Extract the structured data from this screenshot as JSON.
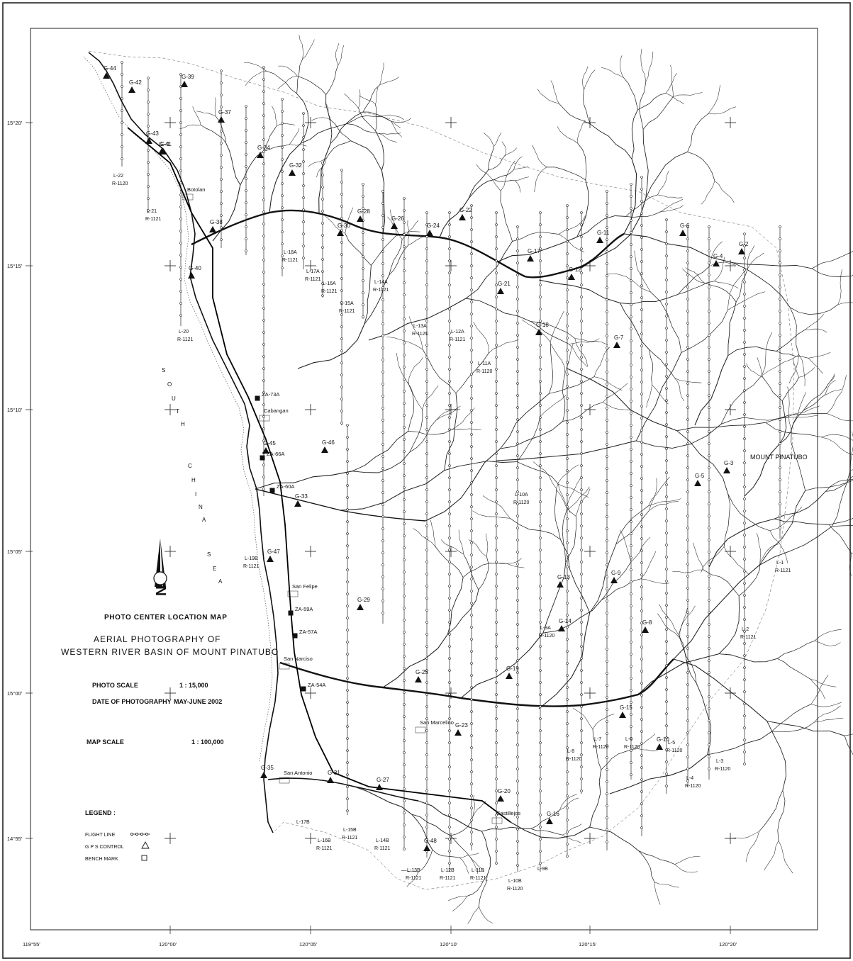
{
  "map": {
    "title": "PHOTO CENTER LOCATION MAP",
    "subtitle_line1": "AERIAL PHOTOGRAPHY OF",
    "subtitle_line2": "WESTERN RIVER BASIN OF MOUNT PINATUBO",
    "photo_scale_label": "PHOTO SCALE",
    "photo_scale_value": "1 : 15,000",
    "date_label": "DATE OF PHOTOGRAPHY",
    "date_value": "MAY-JUNE 2002",
    "map_scale_label": "MAP SCALE",
    "map_scale_value": "1 : 100,000",
    "sea_label": [
      "S",
      "O",
      "U",
      "T",
      "H",
      "C",
      "H",
      "I",
      "N",
      "A",
      "S",
      "E",
      "A"
    ],
    "mount_label": "MOUNT PINATUBO",
    "north_label": "N"
  },
  "legend": {
    "title": "LEGEND :",
    "items": [
      {
        "label": "FLIGHT LINE"
      },
      {
        "label": "G P S  CONTROL"
      },
      {
        "label": "BENCH MARK"
      }
    ]
  },
  "ticks": {
    "left": [
      "15°20'",
      "15°15'",
      "15°10'",
      "15°05'",
      "15°00'",
      "14°55'"
    ],
    "bottom": [
      "119°55'",
      "120°00'",
      "120°05'",
      "120°10'",
      "120°15'",
      "120°20'"
    ]
  },
  "places": [
    {
      "name": "Botolan"
    },
    {
      "name": "Cabangan"
    },
    {
      "name": "San Felipe"
    },
    {
      "name": "San Narciso"
    },
    {
      "name": "San Antonio"
    },
    {
      "name": "San Marcelino"
    },
    {
      "name": "Castillejos"
    }
  ],
  "gps_points": [
    {
      "id": "G-44"
    },
    {
      "id": "G-42"
    },
    {
      "id": "G-39"
    },
    {
      "id": "G-37"
    },
    {
      "id": "G-34"
    },
    {
      "id": "G-32"
    },
    {
      "id": "G-41"
    },
    {
      "id": "G-43"
    },
    {
      "id": "G-38"
    },
    {
      "id": "G-40"
    },
    {
      "id": "G-30"
    },
    {
      "id": "G-28"
    },
    {
      "id": "G-26"
    },
    {
      "id": "G-24"
    },
    {
      "id": "G-22"
    },
    {
      "id": "G-21"
    },
    {
      "id": "G-17"
    },
    {
      "id": "G-12"
    },
    {
      "id": "G-11"
    },
    {
      "id": "G-6"
    },
    {
      "id": "G-4"
    },
    {
      "id": "G-2"
    },
    {
      "id": "G-18"
    },
    {
      "id": "G-7"
    },
    {
      "id": "G-45"
    },
    {
      "id": "G-46"
    },
    {
      "id": "G-33"
    },
    {
      "id": "G-3"
    },
    {
      "id": "G-5"
    },
    {
      "id": "G-47"
    },
    {
      "id": "G-13"
    },
    {
      "id": "G-9"
    },
    {
      "id": "G-29"
    },
    {
      "id": "G-14"
    },
    {
      "id": "G-8"
    },
    {
      "id": "G-25"
    },
    {
      "id": "G-19"
    },
    {
      "id": "G-23"
    },
    {
      "id": "G-15"
    },
    {
      "id": "G-10"
    },
    {
      "id": "G-35"
    },
    {
      "id": "G-31"
    },
    {
      "id": "G-27"
    },
    {
      "id": "G-20"
    },
    {
      "id": "G-16"
    },
    {
      "id": "G-48"
    },
    {
      "id": "G-1"
    }
  ],
  "bench_marks": [
    {
      "id": "ZA-73A"
    },
    {
      "id": "ZA-66A"
    },
    {
      "id": "ZA-60A"
    },
    {
      "id": "ZA-59A"
    },
    {
      "id": "ZA-57A"
    },
    {
      "id": "ZA-54A"
    }
  ],
  "flight_lines": [
    {
      "code": "L-22",
      "run": "R-1120"
    },
    {
      "code": "L-21",
      "run": "R-1121"
    },
    {
      "code": "L-20",
      "run": "R-1121"
    },
    {
      "code": "L-19B",
      "run": "R-1121"
    },
    {
      "code": "L-18A",
      "run": "R-1121"
    },
    {
      "code": "L-17A",
      "run": "R-1121"
    },
    {
      "code": "L-16A",
      "run": "R-1121"
    },
    {
      "code": "L-15A",
      "run": "R-1121"
    },
    {
      "code": "L-14A",
      "run": "R-1121"
    },
    {
      "code": "L-13A",
      "run": "R-1121"
    },
    {
      "code": "L-12A",
      "run": "R-1121"
    },
    {
      "code": "L-11A",
      "run": "R-1120"
    },
    {
      "code": "L-10A",
      "run": "R-1120"
    },
    {
      "code": "L-9A",
      "run": "R-1120"
    },
    {
      "code": "L-8",
      "run": "R-1120"
    },
    {
      "code": "L-7",
      "run": "R-1120"
    },
    {
      "code": "L-6",
      "run": "R-1120"
    },
    {
      "code": "L-5",
      "run": "R-1120"
    },
    {
      "code": "L-4",
      "run": "R-1120"
    },
    {
      "code": "L-3",
      "run": "R-1120"
    },
    {
      "code": "L-2",
      "run": "R-1121"
    },
    {
      "code": "L-1",
      "run": "R-1121"
    },
    {
      "code": "L-17B",
      "run": ""
    },
    {
      "code": "L-16B",
      "run": "R-1121"
    },
    {
      "code": "L-15B",
      "run": "R-1121"
    },
    {
      "code": "L-14B",
      "run": "R-1121"
    },
    {
      "code": "L-13B",
      "run": "R-1121"
    },
    {
      "code": "L-12B",
      "run": "R-1121"
    },
    {
      "code": "L-11B",
      "run": "R-1121"
    },
    {
      "code": "L-10B",
      "run": "R-1120"
    },
    {
      "code": "L-9B",
      "run": ""
    }
  ],
  "colors": {
    "ink": "#111111",
    "paper": "#ffffff"
  }
}
